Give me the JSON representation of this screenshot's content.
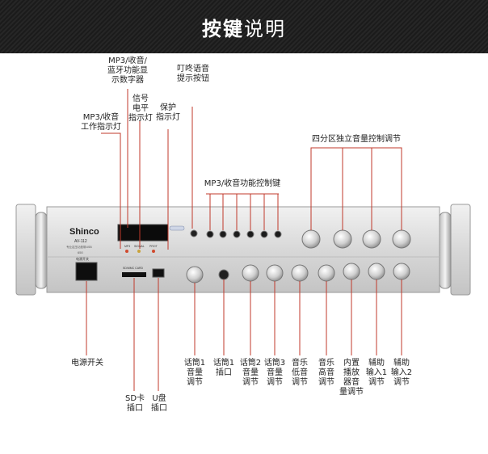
{
  "banner": {
    "title_bold": "按键",
    "title_light": "说明"
  },
  "device": {
    "brand": "Shinco",
    "model": "AV-112",
    "subtitle": "专业定压功放带USB",
    "watt": "650",
    "power_label": "电源开关",
    "display_labels": [
      "MP3",
      "SIGNAL",
      "PROT"
    ],
    "sd_label": "SD/MMC CARD"
  },
  "labels": {
    "mp3_display": "MP3/收音/\n蓝牙功能显\n示数字器",
    "signal_led": "信号\n电平\n指示灯",
    "protect_led": "保护\n指示灯",
    "mp3_led": "MP3/收音\n工作指示灯",
    "chime": "叮咚语音\n提示按钮",
    "mp3_keys": "MP3/收音功能控制键",
    "zone": "四分区独立音量控制调节",
    "power": "电源开关",
    "sd": "SD卡\n插口",
    "usb": "U盘\n插口",
    "mic1_vol": "话筒1\n音量\n调节",
    "mic1_jack": "话筒1\n插口",
    "mic2_vol": "话筒2\n音量\n调节",
    "mic3_vol": "话筒3\n音量\n调节",
    "bass": "音乐\n低音\n调节",
    "treble": "音乐\n高音\n调节",
    "builtin": "内置\n播放\n器音\n量调节",
    "aux1": "辅助\n输入1\n调节",
    "aux2": "辅助\n输入2\n调节"
  }
}
